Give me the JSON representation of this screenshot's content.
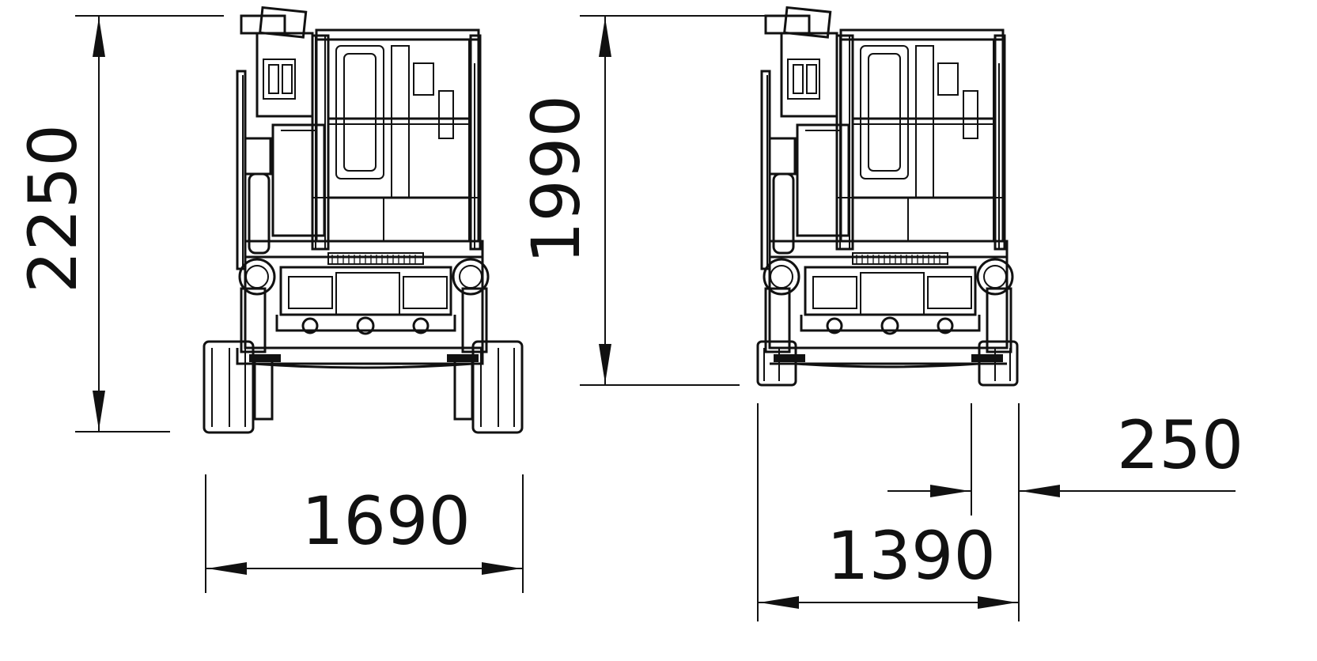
{
  "dimensions": {
    "overall_height": "2250",
    "stowed_height": "1990",
    "width_extended": "1690",
    "width_retracted": "1390",
    "track_extension": "250"
  }
}
